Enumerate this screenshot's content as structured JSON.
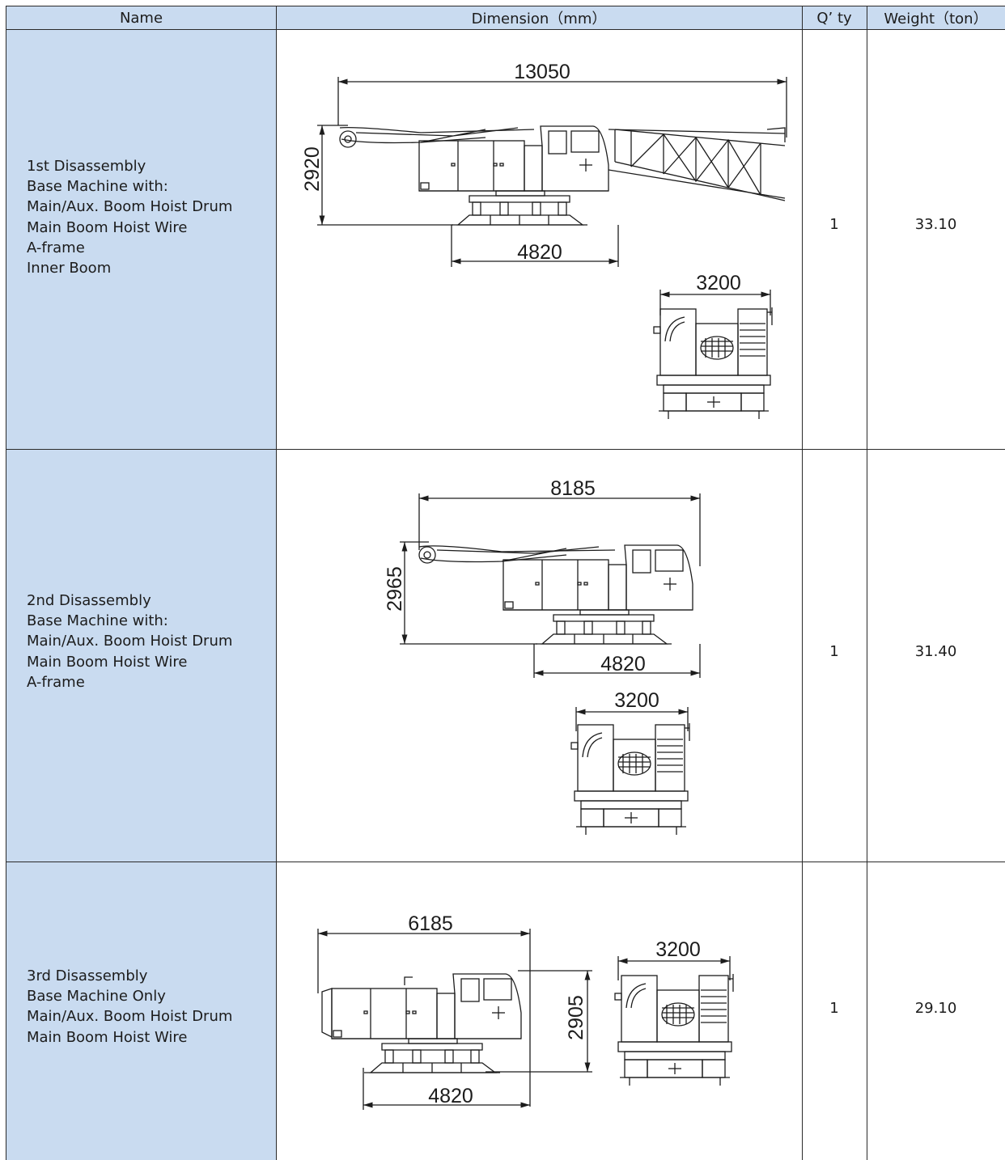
{
  "table": {
    "headers": {
      "name": "Name",
      "dimension": "Dimension（mm）",
      "qty": "Q’ ty",
      "weight": "Weight（ton）"
    },
    "rows": [
      {
        "name_lines": [
          "1st Disassembly",
          "Base Machine with:",
          "Main/Aux. Boom Hoist Drum",
          "Main Boom Hoist Wire",
          "A-frame",
          "Inner Boom"
        ],
        "qty": "1",
        "weight": "33.10",
        "dims": {
          "length": "13050",
          "height": "2920",
          "track": "4820",
          "width": "3200"
        }
      },
      {
        "name_lines": [
          "2nd Disassembly",
          "Base Machine with:",
          "Main/Aux. Boom Hoist Drum",
          "Main Boom Hoist Wire",
          "A-frame"
        ],
        "qty": "1",
        "weight": "31.40",
        "dims": {
          "length": "8185",
          "height": "2965",
          "track": "4820",
          "width": "3200"
        }
      },
      {
        "name_lines": [
          "3rd Disassembly",
          "Base Machine Only",
          "Main/Aux. Boom Hoist Drum",
          "Main Boom Hoist Wire"
        ],
        "qty": "1",
        "weight": "29.10",
        "dims": {
          "length": "6185",
          "height": "2905",
          "track": "4820",
          "width": "3200"
        }
      }
    ]
  },
  "colors": {
    "header_bg": "#c9dbf0",
    "name_bg": "#c9dbf0",
    "grid": "#2a2a2a"
  },
  "icons": [
    "crane-side-view-drawing",
    "crane-front-view-drawing"
  ]
}
